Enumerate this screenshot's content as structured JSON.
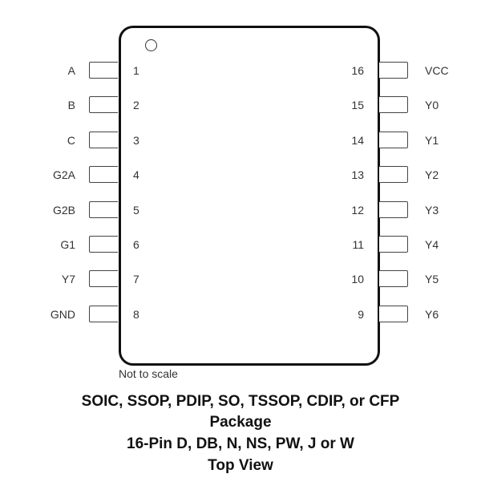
{
  "diagram": {
    "type": "ic-pinout",
    "pin1_marker": "circle",
    "pins_left": [
      {
        "num": "1",
        "label": "A",
        "overbar": ""
      },
      {
        "num": "2",
        "label": "B",
        "overbar": ""
      },
      {
        "num": "3",
        "label": "C",
        "overbar": ""
      },
      {
        "num": "4",
        "label": "2A",
        "overbar": "G"
      },
      {
        "num": "5",
        "label": "2B",
        "overbar": "G"
      },
      {
        "num": "6",
        "label": "G1",
        "overbar": ""
      },
      {
        "num": "7",
        "label": "Y7",
        "overbar": ""
      },
      {
        "num": "8",
        "label": "GND",
        "overbar": ""
      }
    ],
    "pins_right": [
      {
        "num": "16",
        "label": "VCC"
      },
      {
        "num": "15",
        "label": "Y0"
      },
      {
        "num": "14",
        "label": "Y1"
      },
      {
        "num": "13",
        "label": "Y2"
      },
      {
        "num": "12",
        "label": "Y3"
      },
      {
        "num": "11",
        "label": "Y4"
      },
      {
        "num": "10",
        "label": "Y5"
      },
      {
        "num": "9",
        "label": "Y6"
      }
    ],
    "note": "Not to scale",
    "caption": {
      "line1": "SOIC, SSOP, PDIP, SO, TSSOP, CDIP, or CFP",
      "line2": "Package",
      "line3": "16-Pin D, DB, N, NS, PW, J or W",
      "line4": "Top View"
    }
  }
}
